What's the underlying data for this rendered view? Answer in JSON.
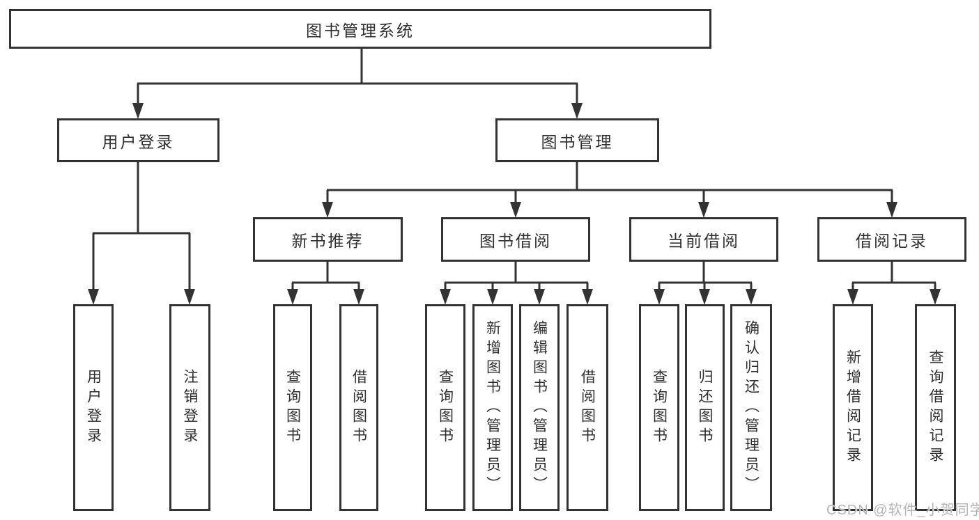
{
  "tree": {
    "root": {
      "label": "图书管理系统",
      "children": [
        {
          "label": "用户登录",
          "children": [
            {
              "label": "用户登录"
            },
            {
              "label": "注销登录"
            }
          ]
        },
        {
          "label": "图书管理",
          "children": [
            {
              "label": "新书推荐",
              "children": [
                {
                  "label": "查询图书"
                },
                {
                  "label": "借阅图书"
                }
              ]
            },
            {
              "label": "图书借阅",
              "children": [
                {
                  "label": "查询图书"
                },
                {
                  "label": "新增图书（管理员）"
                },
                {
                  "label": "编辑图书（管理员）"
                },
                {
                  "label": "借阅图书"
                }
              ]
            },
            {
              "label": "当前借阅",
              "children": [
                {
                  "label": "查询图书"
                },
                {
                  "label": "归还图书"
                },
                {
                  "label": "确认归还（管理员）"
                }
              ]
            },
            {
              "label": "借阅记录",
              "children": [
                {
                  "label": "新增借阅记录"
                },
                {
                  "label": "查询借阅记录"
                }
              ]
            }
          ]
        }
      ]
    }
  },
  "watermark": {
    "text": "CSDN @软件_小贺同学"
  },
  "colors": {
    "line": "#333333",
    "box_border": "#333333",
    "text": "#2f2f2f",
    "watermark": "#b5b5b8",
    "background": "#ffffff"
  }
}
